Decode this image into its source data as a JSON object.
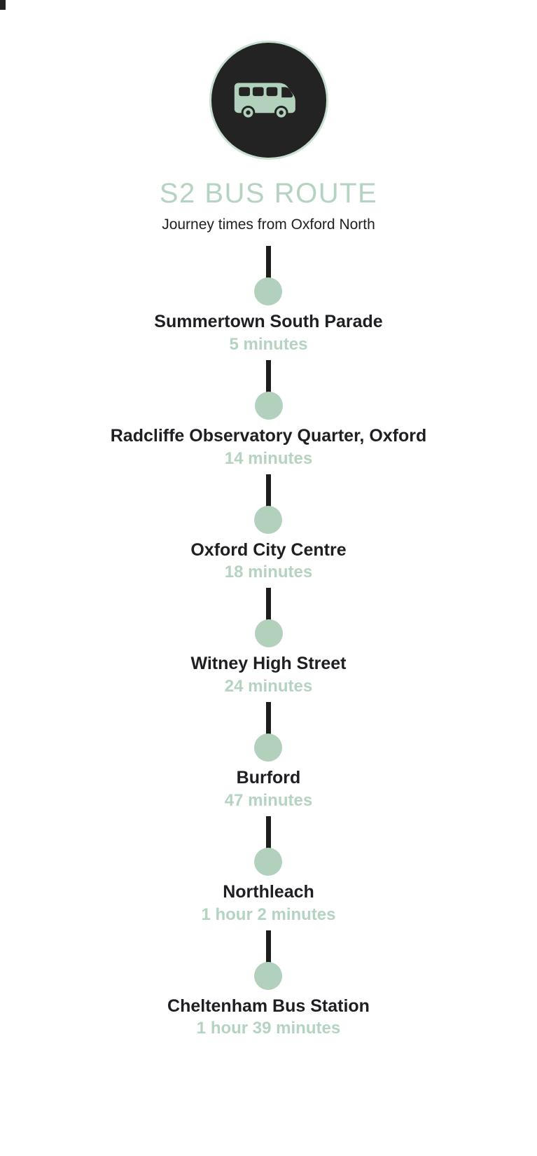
{
  "colors": {
    "mint": "#b2d1bc",
    "mint_text": "#b4d3c0",
    "mint_ring": "#c9dfd1",
    "dark_circle": "#232323",
    "text_dark": "#1e1f22",
    "line_dark": "#1d1d1b",
    "background": "#ffffff"
  },
  "header": {
    "icon": "bus-icon",
    "title": "S2 BUS ROUTE",
    "subtitle": "Journey times from Oxford North"
  },
  "stops": [
    {
      "name": "Summertown South Parade",
      "time": "5 minutes"
    },
    {
      "name": "Radcliffe Observatory Quarter, Oxford",
      "time": "14 minutes"
    },
    {
      "name": "Oxford City Centre",
      "time": "18 minutes"
    },
    {
      "name": "Witney High Street",
      "time": "24 minutes"
    },
    {
      "name": "Burford",
      "time": "47 minutes"
    },
    {
      "name": "Northleach",
      "time": "1 hour 2 minutes"
    },
    {
      "name": "Cheltenham Bus Station",
      "time": "1 hour 39 minutes"
    }
  ]
}
